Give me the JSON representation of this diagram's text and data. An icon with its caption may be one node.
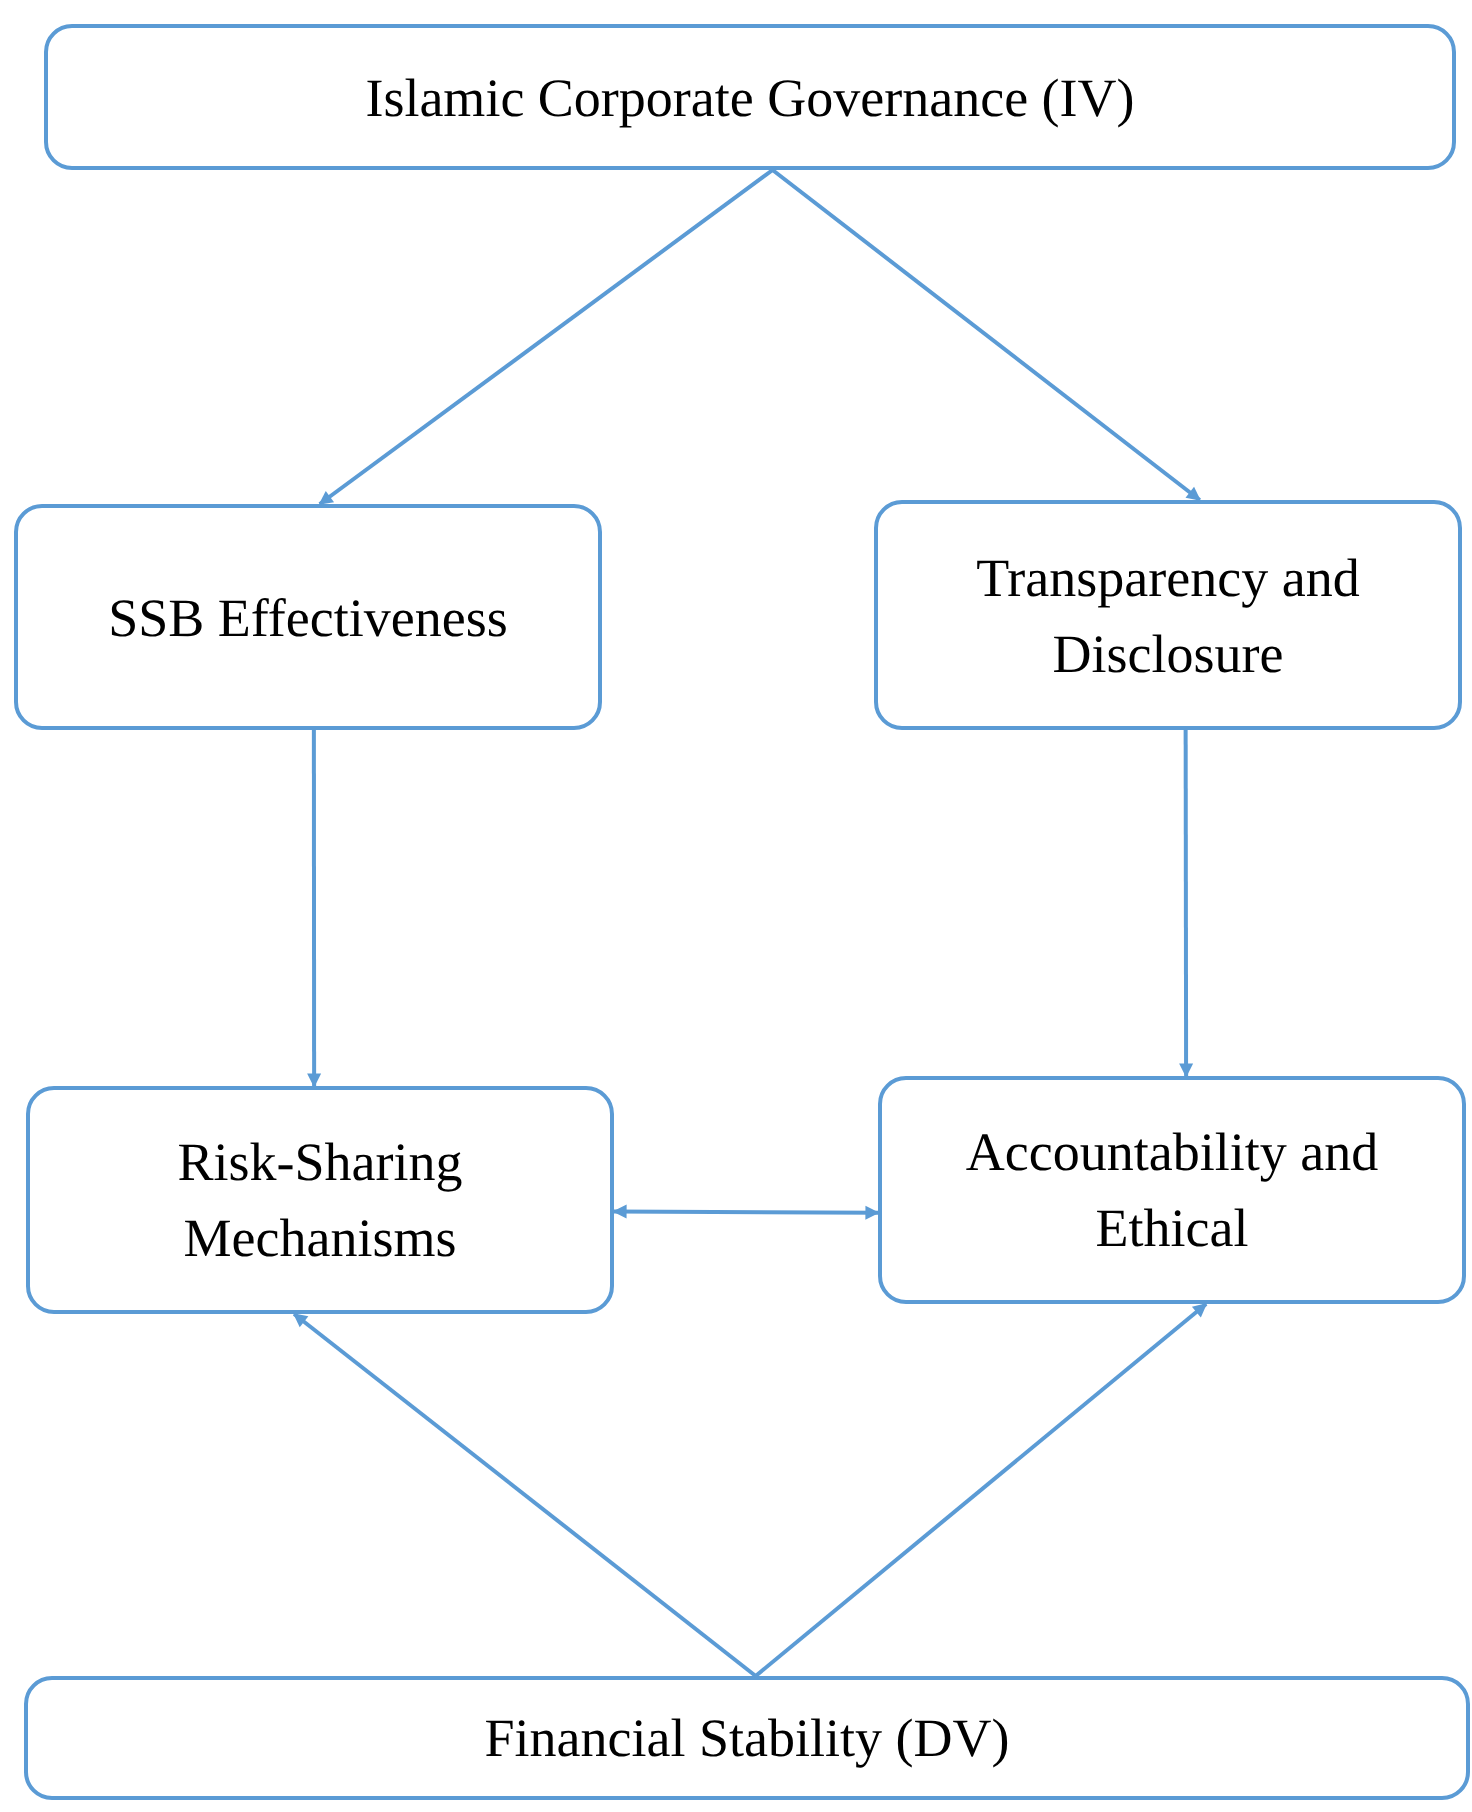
{
  "diagram": {
    "nodes": [
      {
        "text": [
          "Islamic Corporate Governance (IV)"
        ]
      },
      {
        "text": [
          "SSB Effectiveness"
        ]
      },
      {
        "text": [
          "Transparency and Disclosure"
        ]
      },
      {
        "text": [
          "Risk-Sharing Mechanisms"
        ]
      },
      {
        "text": [
          "Accountability and Ethical"
        ]
      },
      {
        "text": [
          "Financial Stability (DV)"
        ]
      }
    ],
    "edges": [
      {
        "from": 0,
        "to": 1,
        "arrow": "to"
      },
      {
        "from": 0,
        "to": 2,
        "arrow": "to"
      },
      {
        "from": 1,
        "to": 3,
        "arrow": "to"
      },
      {
        "from": 2,
        "to": 4,
        "arrow": "to"
      },
      {
        "from": 3,
        "to": 4,
        "arrow": "both"
      },
      {
        "from": 5,
        "to": 3,
        "arrow": "to"
      },
      {
        "from": 5,
        "to": 4,
        "arrow": "to"
      }
    ]
  }
}
